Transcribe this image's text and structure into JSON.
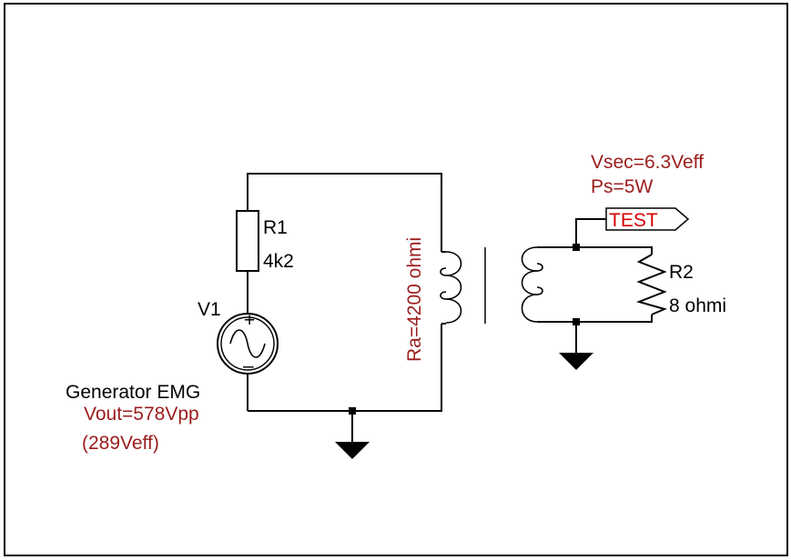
{
  "colors": {
    "wire": "#000000",
    "label_black": "#000000",
    "label_red": "#9b1c1c",
    "flag_red": "#d40000"
  },
  "source": {
    "ref": "V1",
    "name": "Generator EMG",
    "vout": "Vout=578Vpp",
    "veff": "(289Veff)",
    "plus": "+",
    "minus": "–"
  },
  "r1": {
    "ref": "R1",
    "value": "4k2"
  },
  "primary": {
    "label": "Ra=4200 ohmi"
  },
  "secondary": {
    "vsec": "Vsec=6.3Veff",
    "ps": "Ps=5W"
  },
  "test_flag": {
    "label": "TEST"
  },
  "r2": {
    "ref": "R2",
    "value": "8 ohmi"
  },
  "icons": {
    "source": "ac-source-icon",
    "ground": "ground-icon",
    "transformer": "transformer-icon"
  }
}
